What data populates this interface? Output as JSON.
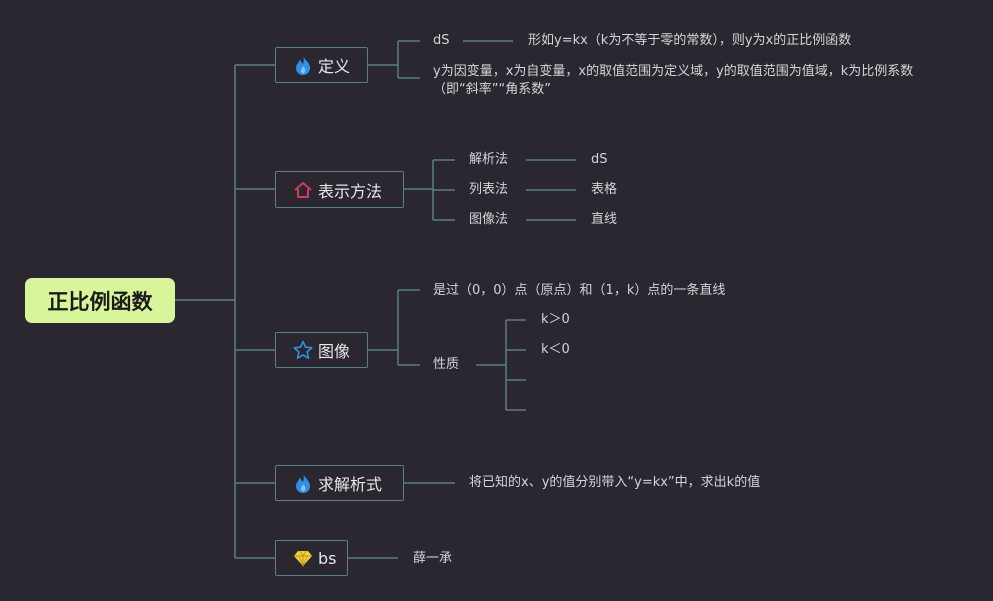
{
  "root": {
    "label": "正比例函数"
  },
  "topics": {
    "definition": {
      "label": "定义",
      "icon": "fire-icon",
      "children": {
        "ds_label": "dS",
        "ds_text": "形如y=kx（k为不等于零的常数），则y为x的正比例函数",
        "variables": "y为因变量，x为自变量，x的取值范围为定义域，y的取值范围为值域，k为比例系数（即“斜率”“角系数”"
      }
    },
    "representation": {
      "label": "表示方法",
      "icon": "home-icon",
      "methods": [
        {
          "name": "解析法",
          "value": "dS"
        },
        {
          "name": "列表法",
          "value": "表格"
        },
        {
          "name": "图像法",
          "value": "直线"
        }
      ]
    },
    "graph": {
      "label": "图像",
      "icon": "star-icon",
      "line_text": "是过（0，0）点（原点）和（1，k）点的一条直线",
      "property_label": "性质",
      "properties": [
        "k＞0",
        "k＜0",
        "",
        ""
      ]
    },
    "solve": {
      "label": "求解析式",
      "icon": "fire-icon",
      "text": "将已知的x、y的值分别带入“y=kx”中，求出k的值"
    },
    "bs": {
      "label": "bs",
      "icon": "diamond-icon",
      "text": "薛一承"
    }
  },
  "colors": {
    "background": "#2b2730",
    "root_fill": "#d8f59c",
    "connector": "#5a7f86",
    "fire": "#2f8fe0",
    "home": "#d23a5c",
    "star": "#2f8fe0",
    "diamond": "#f2d43a"
  }
}
